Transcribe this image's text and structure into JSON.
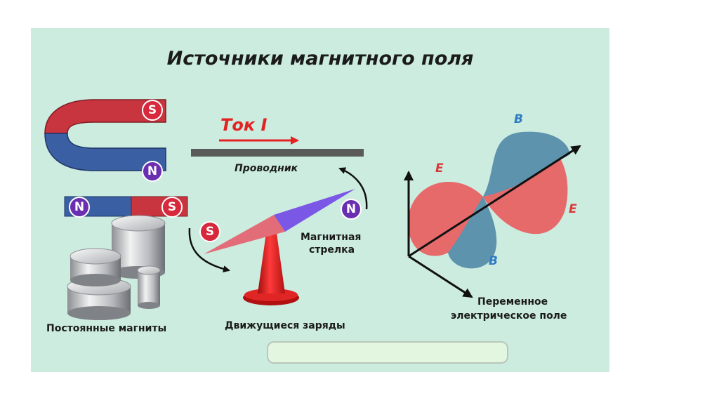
{
  "title": "Источники магнитного поля",
  "permanent_magnets": {
    "label": "Постоянные магниты",
    "horseshoe_south": "S",
    "horseshoe_north": "N",
    "bar_north": "N",
    "bar_south": "S"
  },
  "moving_charges": {
    "label": "Движущиеся заряды",
    "current_label": "Ток I",
    "conductor_label": "Проводник",
    "needle_label_line1": "Магнитная",
    "needle_label_line2": "стрелка",
    "needle_south": "S",
    "needle_north": "N"
  },
  "alternating_field": {
    "label_line1": "Переменное",
    "label_line2": "электрическое поле",
    "e_upper": "E",
    "e_lower": "E",
    "b_upper": "B",
    "b_lower": "B"
  },
  "colors": {
    "background": "#ccece0",
    "magnet_red": "#c8353f",
    "magnet_blue": "#3a5fa2",
    "e_field": "#e66a6a",
    "b_field": "#5d93ad",
    "arrow_red": "#e32222"
  }
}
